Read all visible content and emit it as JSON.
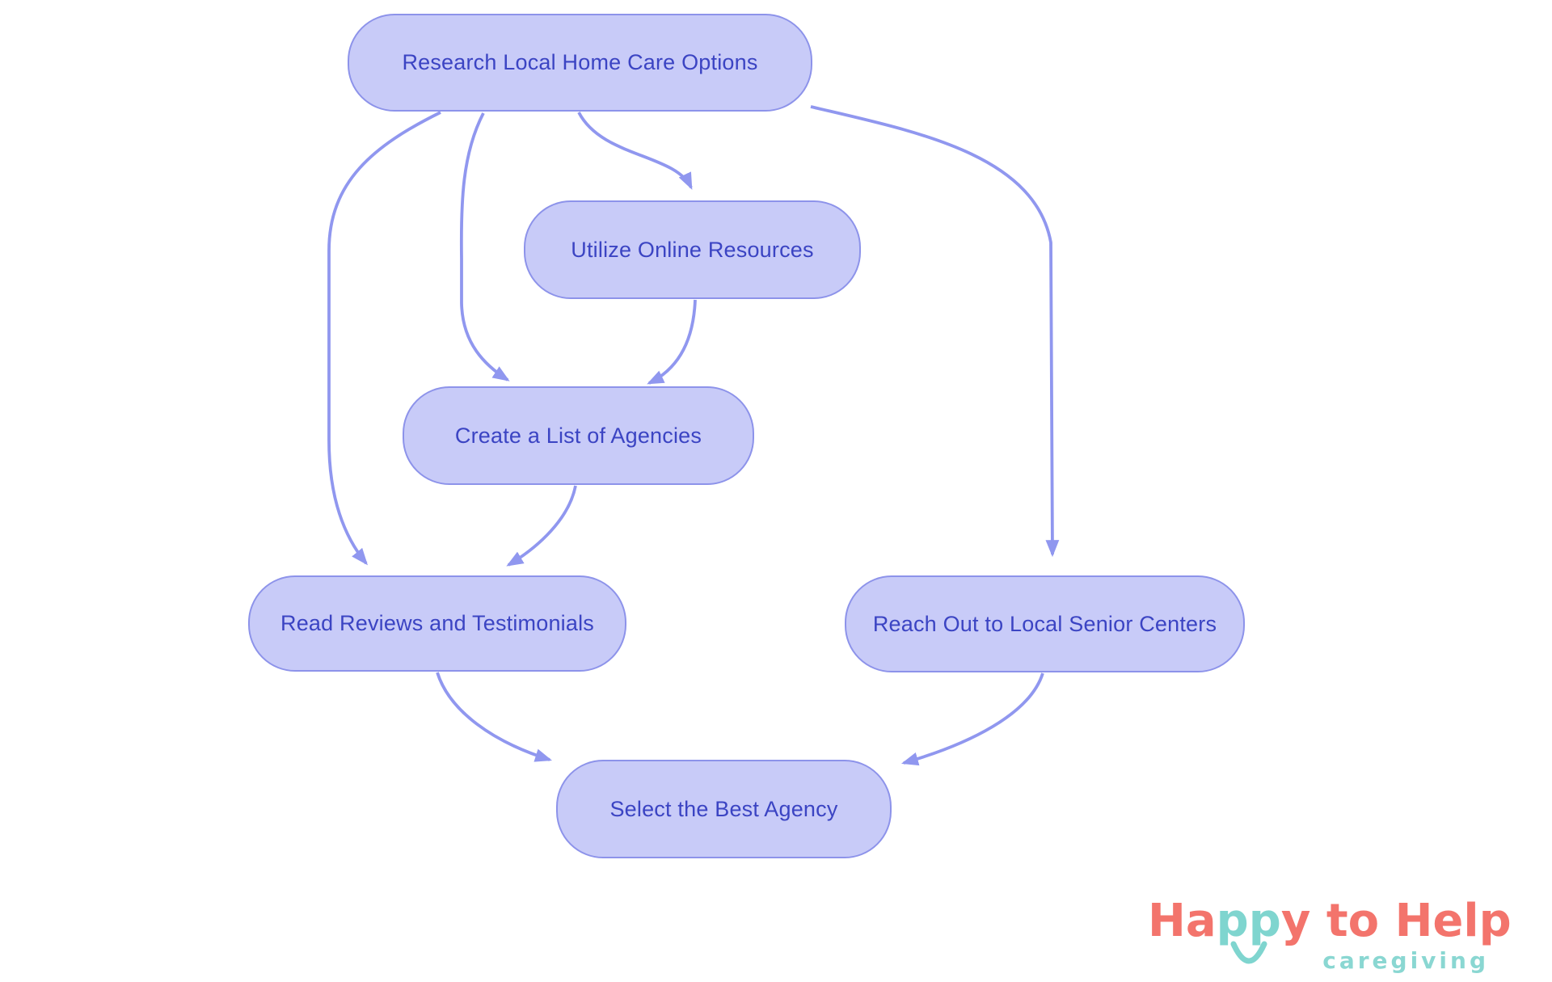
{
  "flowchart": {
    "background": "#ffffff",
    "colors": {
      "node_fill": "#c8cbf8",
      "node_border": "#8d93ea",
      "node_text": "#3b44c3",
      "arrow": "#9097ef"
    },
    "nodes": [
      {
        "id": "research",
        "label": "Research Local Home Care Options"
      },
      {
        "id": "online-resources",
        "label": "Utilize Online Resources"
      },
      {
        "id": "agency-list",
        "label": "Create a List of Agencies"
      },
      {
        "id": "read-reviews",
        "label": "Read Reviews and Testimonials"
      },
      {
        "id": "senior-centers",
        "label": "Reach Out to Local Senior Centers"
      },
      {
        "id": "select-agency",
        "label": "Select the Best Agency"
      }
    ],
    "edges": [
      {
        "from": "research",
        "to": "online-resources"
      },
      {
        "from": "research",
        "to": "agency-list"
      },
      {
        "from": "research",
        "to": "read-reviews"
      },
      {
        "from": "research",
        "to": "senior-centers"
      },
      {
        "from": "online-resources",
        "to": "agency-list"
      },
      {
        "from": "agency-list",
        "to": "read-reviews"
      },
      {
        "from": "read-reviews",
        "to": "select-agency"
      },
      {
        "from": "senior-centers",
        "to": "select-agency"
      }
    ]
  },
  "logo": {
    "brand_part_ha": "Ha",
    "brand_part_pp": "pp",
    "brand_part_rest": "y to Help",
    "tagline": "caregiving",
    "coral": "#f3746c",
    "teal": "#7fd5cf",
    "tagline_teal": "#8ad7d2",
    "smile_icon": "smile-arc"
  }
}
